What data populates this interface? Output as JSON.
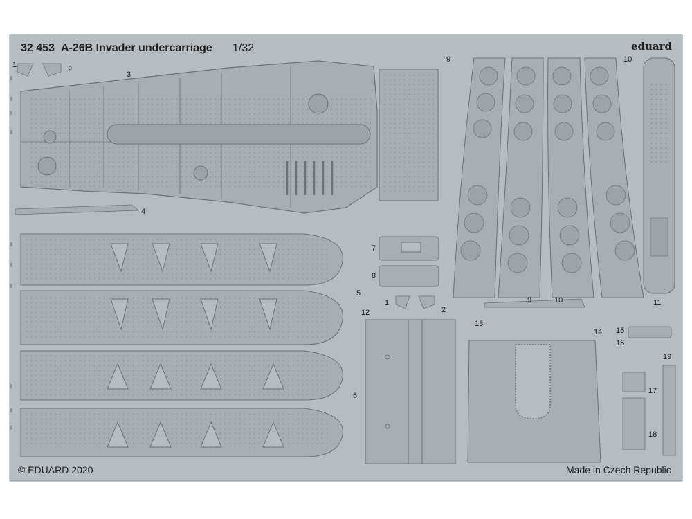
{
  "header": {
    "kit_number": "32 453",
    "title": "A-26B Invader undercarriage",
    "scale": "1/32",
    "brand": "eduard"
  },
  "footer": {
    "copyright": "© EDUARD 2020",
    "origin": "Made in Czech Republic"
  },
  "part_numbers": {
    "p1a": "1",
    "p2a": "2",
    "p3": "3",
    "p4": "4",
    "p5": "5",
    "p6": "6",
    "p7": "7",
    "p8": "8",
    "p1b": "1",
    "p2b": "2",
    "p9a": "9",
    "p9b": "9",
    "p10a": "10",
    "p10b": "10",
    "p11": "11",
    "p12": "12",
    "p13": "13",
    "p14": "14",
    "p15": "15",
    "p16": "16",
    "p17": "17",
    "p18": "18",
    "p19": "19"
  },
  "colors": {
    "fret": "#b7bcc0",
    "part_fill": "#a9aeb2",
    "outline": "#6d7276",
    "rivet": "#7b8084",
    "background": "#ffffff"
  }
}
